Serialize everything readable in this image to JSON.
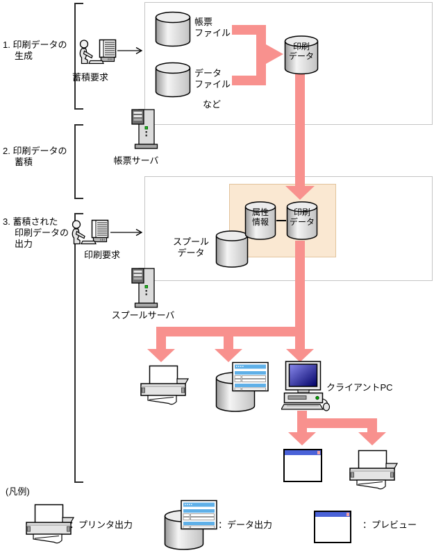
{
  "steps": [
    {
      "line1": "1. 印刷データの",
      "line2": "生成"
    },
    {
      "line1": "2. 印刷データの",
      "line2": "蓄積"
    },
    {
      "line1": "3. 蓄積された",
      "line2": "印刷データの",
      "line3": "出力"
    }
  ],
  "generation": {
    "request_label": "蓄積要求",
    "form_file": {
      "line1": "帳票",
      "line2": "ファイル"
    },
    "data_file": {
      "line1": "データ",
      "line2": "ファイル"
    },
    "etc_label": "など",
    "print_data": {
      "line1": "印刷",
      "line2": "データ"
    }
  },
  "storage": {
    "server_label": "帳票サーバ"
  },
  "output": {
    "request_label": "印刷要求",
    "spool_data": {
      "line1": "スプール",
      "line2": "データ"
    },
    "attribute_info": {
      "line1": "属性",
      "line2": "情報"
    },
    "print_data": {
      "line1": "印刷",
      "line2": "データ"
    },
    "server_label": "スプールサーバ",
    "client_pc_label": "クライアントPC"
  },
  "legend": {
    "title": "(凡例)",
    "printer_label": "：プリンタ出力",
    "data_output_label": "：データ出力",
    "preview_label": "：プレビュー"
  },
  "icons": {
    "user_terminal": "person-at-computer-icon",
    "database": "cylinder-database-icon",
    "server": "tower-server-icon",
    "printer": "printer-icon",
    "data_output": "database-document-icon",
    "client_pc": "desktop-pc-icon",
    "preview": "window-preview-icon",
    "flow_arrow": "pink-flow-arrow",
    "request_arrow": "thin-right-arrow-icon"
  },
  "colors": {
    "flow_arrow": "#F8918E",
    "highlight_fill": "#FAE8D2",
    "highlight_border": "#E2C39C",
    "box_border": "#C4C4C4",
    "table_blue": "#5FB0E8",
    "titlebar_blue": "#4A62D8",
    "screen_blue_dark": "#000066",
    "led_green": "#22BB22"
  }
}
